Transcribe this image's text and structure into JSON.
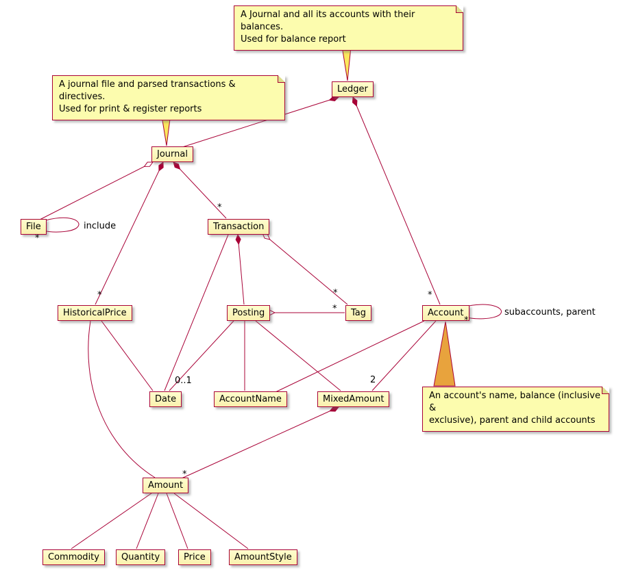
{
  "colors": {
    "line": "#A80036",
    "class_background": "#FEFECE",
    "note_background": "#FCFCAE",
    "note_pointer_yellow": "#FBE75C",
    "note_pointer_orange": "#E8A33D"
  },
  "classes": {
    "ledger": "Ledger",
    "journal": "Journal",
    "file": "File",
    "transaction": "Transaction",
    "historical_price": "HistoricalPrice",
    "posting": "Posting",
    "tag": "Tag",
    "account": "Account",
    "date": "Date",
    "account_name": "AccountName",
    "mixed_amount": "MixedAmount",
    "amount": "Amount",
    "commodity": "Commodity",
    "quantity": "Quantity",
    "price": "Price",
    "amount_style": "AmountStyle"
  },
  "notes": {
    "ledger": "A Journal and all its accounts with their balances.\nUsed for balance report",
    "journal": "A journal file and parsed transactions & directives.\nUsed for print & register reports",
    "account": "An account's name, balance (inclusive &\nexclusive), parent and child accounts"
  },
  "labels": {
    "include": "include",
    "subaccounts": "subaccounts, parent",
    "star": "*",
    "zero_or_one": "0..1",
    "two": "2"
  }
}
